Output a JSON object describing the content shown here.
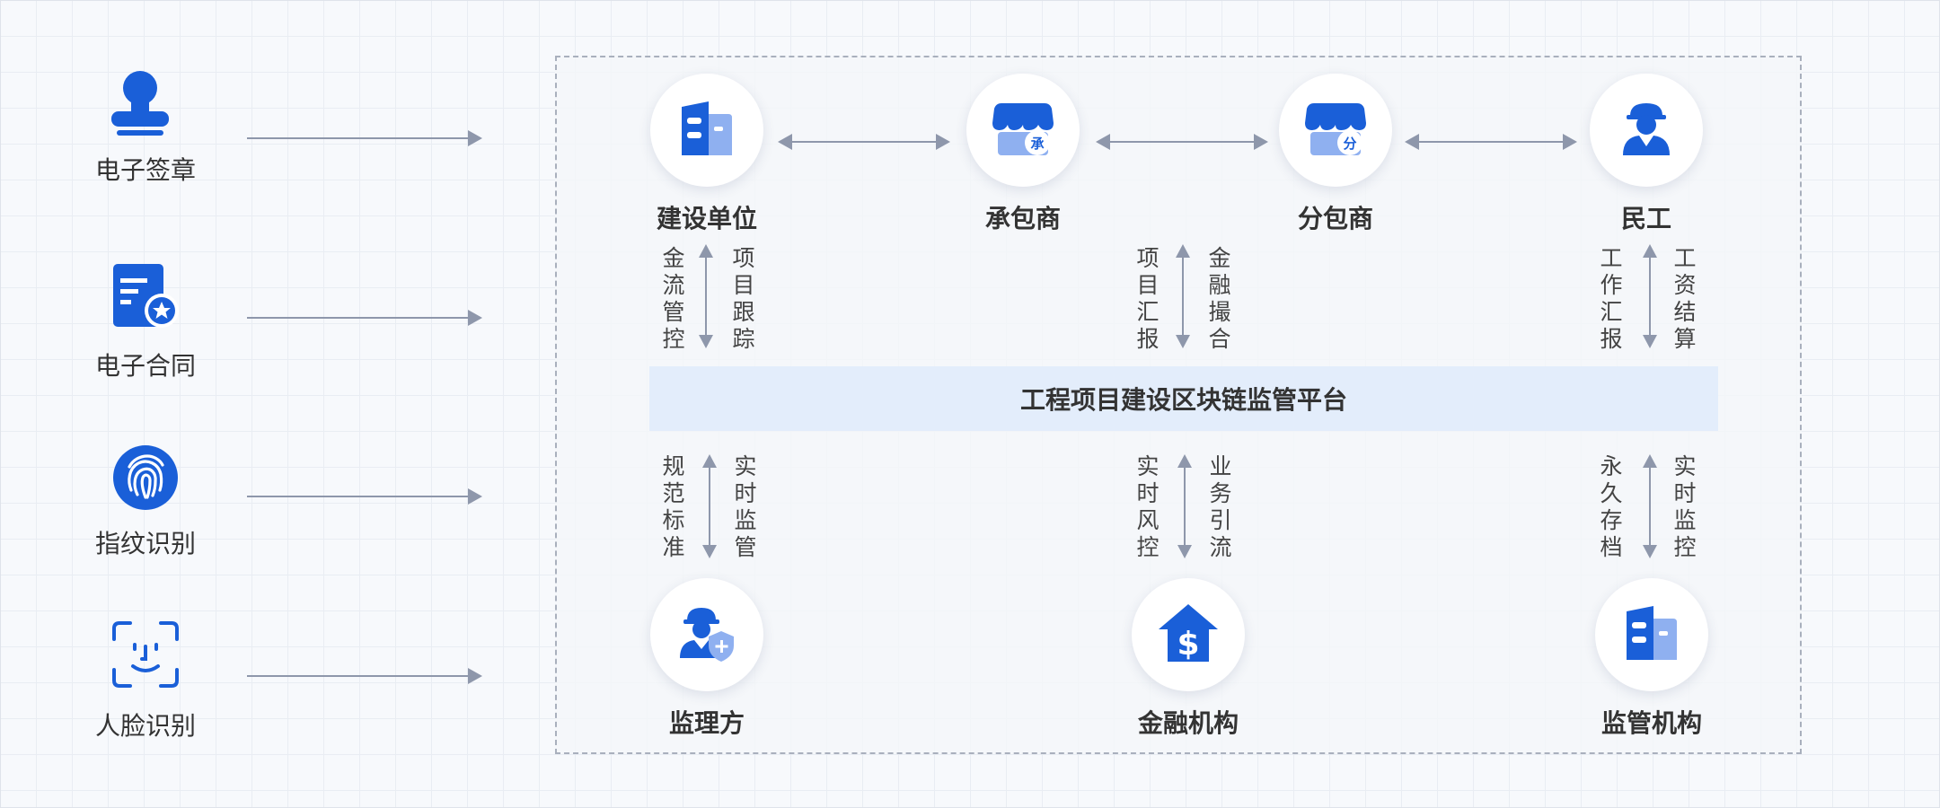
{
  "colors": {
    "primary": "#1a5fd8",
    "light": "#8fb0f0",
    "arrow": "#8e97ab"
  },
  "left_items": [
    {
      "label": "电子签章",
      "icon": "stamp-icon"
    },
    {
      "label": "电子合同",
      "icon": "contract-icon"
    },
    {
      "label": "指纹识别",
      "icon": "fingerprint-icon"
    },
    {
      "label": "人脸识别",
      "icon": "face-scan-icon"
    }
  ],
  "top_nodes": [
    {
      "label": "建设单位",
      "icon": "building-icon"
    },
    {
      "label": "承包商",
      "icon": "shop-icon",
      "badge": "承"
    },
    {
      "label": "分包商",
      "icon": "shop-icon",
      "badge": "分"
    },
    {
      "label": "民工",
      "icon": "worker-icon"
    }
  ],
  "platform": {
    "label": "工程项目建设区块链监管平台"
  },
  "bottom_nodes": [
    {
      "label": "监理方",
      "icon": "supervisor-icon"
    },
    {
      "label": "金融机构",
      "icon": "bank-icon"
    },
    {
      "label": "监管机构",
      "icon": "building-icon"
    }
  ],
  "upper_links": [
    {
      "left": "金流管控",
      "right": "项目跟踪"
    },
    {
      "left": "项目汇报",
      "right": "金融撮合"
    },
    {
      "left": "工作汇报",
      "right": "工资结算"
    }
  ],
  "lower_links": [
    {
      "left": "规范标准",
      "right": "实时监管"
    },
    {
      "left": "实时风控",
      "right": "业务引流"
    },
    {
      "left": "永久存档",
      "right": "实时监控"
    }
  ]
}
